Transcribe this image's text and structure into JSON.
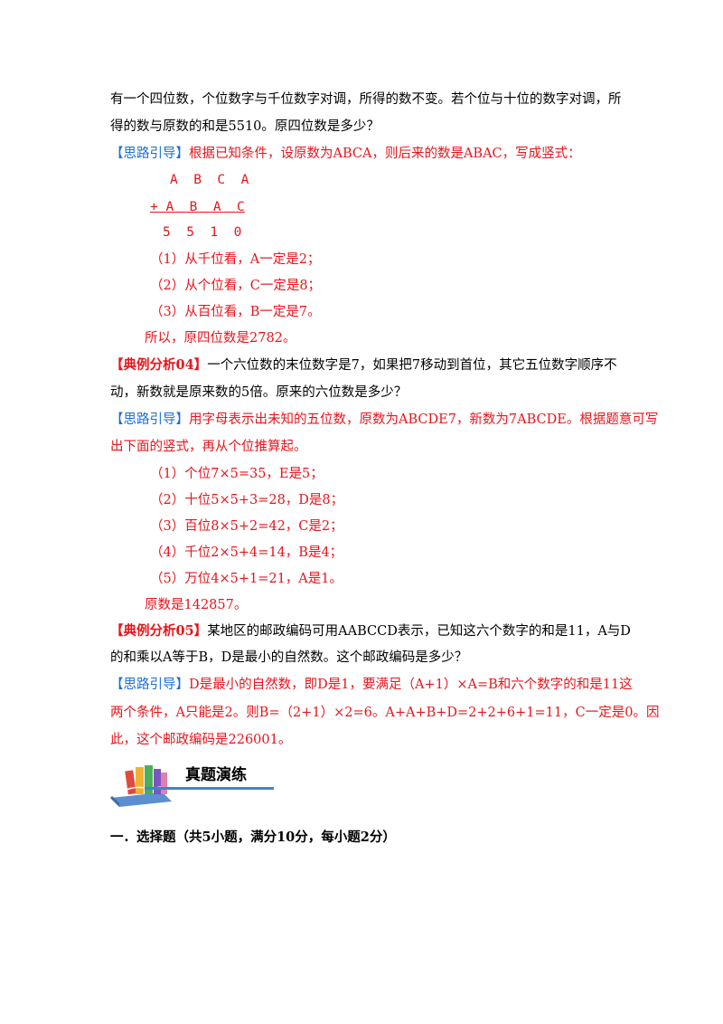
{
  "problem3": {
    "line1": "有一个四位数，个位数字与千位数字对调，所得的数不变。若个位与十位的数字对调，所",
    "line2": "得的数与原数的和是5510。原四位数是多少？",
    "hint_tag": "【思路引导】",
    "hint_text": "根据已知条件，设原数为ABCA，则后来的数是ABAC，写成竖式：",
    "vertical_row1": "A  B  C  A",
    "vertical_row2": "+ A  B  A  C",
    "vertical_row3": "5  5  1  0",
    "step1": "（1）从千位看，A一定是2；",
    "step2": "（2）从个位看，C一定是8；",
    "step3": "（3）从百位看，B一定是7。",
    "conclusion": "所以，原四位数是2782。"
  },
  "example04": {
    "tag": "【典例分析04】",
    "line1": "一个六位数的末位数字是7，如果把7移动到首位，其它五位数字顺序不",
    "line2": "动，新数就是原来数的5倍。原来的六位数是多少？",
    "hint_tag": "【思路引导】",
    "hint_text1": "用字母表示出未知的五位数，原数为ABCDE7，新数为7ABCDE。根据题意可写",
    "hint_text2": "出下面的竖式，再从个位推算起。",
    "step1": "（1）个位7×5=35，E是5；",
    "step2": "（2）十位5×5+3=28，D是8；",
    "step3": "（3）百位8×5+2=42，C是2；",
    "step4": "（4）千位2×5+4=14，B是4；",
    "step5": "（5）万位4×5+1=21，A是1。",
    "conclusion": "原数是142857。"
  },
  "example05": {
    "tag": "【典例分析05】",
    "line1": "某地区的邮政编码可用AABCCD表示，已知这六个数字的和是11，A与D",
    "line2": "的和乘以A等于B，D是最小的自然数。这个邮政编码是多少？",
    "hint_tag": "【思路引导】",
    "hint_text1": "D是最小的自然数，即D是1，要满足（A+1）×A=B和六个数字的和是11这",
    "hint_text2": "两个条件，A只能是2。则B=（2+1）×2=6。A+A+B+D=2+2+6+1=11，C一定是0。因",
    "hint_text3": "此，这个邮政编码是226001。"
  },
  "section": {
    "title": "真题演练",
    "heading": "一．选择题（共5小题，满分10分，每小题2分）"
  },
  "colors": {
    "red": "#e8141b",
    "blue": "#1a6fd1",
    "banner_blue": "#3d86c6"
  },
  "icons": [
    "books-icon"
  ]
}
